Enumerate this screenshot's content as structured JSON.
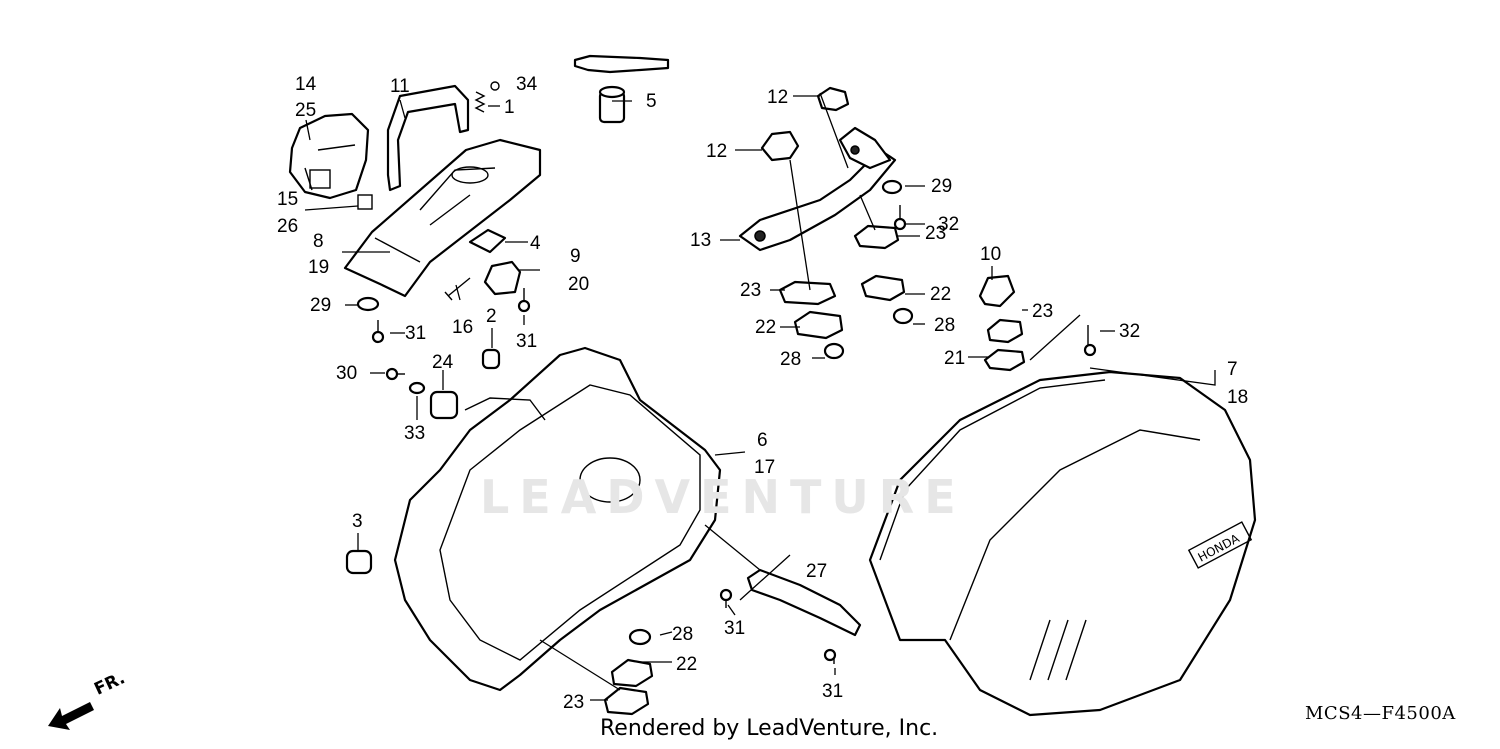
{
  "diagram": {
    "labels": [
      "14",
      "25",
      "11",
      "34",
      "1",
      "5",
      "15",
      "26",
      "8",
      "19",
      "4",
      "9",
      "20",
      "29",
      "31",
      "16",
      "2",
      "31",
      "30",
      "24",
      "33",
      "3",
      "6",
      "17",
      "12",
      "12",
      "13",
      "29",
      "32",
      "23",
      "23",
      "22",
      "22",
      "28",
      "28",
      "10",
      "23",
      "32",
      "21",
      "7",
      "18",
      "27",
      "31",
      "28",
      "22",
      "23",
      "31"
    ],
    "fr_label": "FR.",
    "watermark": "LEADVENTURE",
    "credit": "Rendered by LeadVenture, Inc.",
    "diagram_code": "MCS4—F4500A",
    "brand_mark": "HONDA"
  }
}
